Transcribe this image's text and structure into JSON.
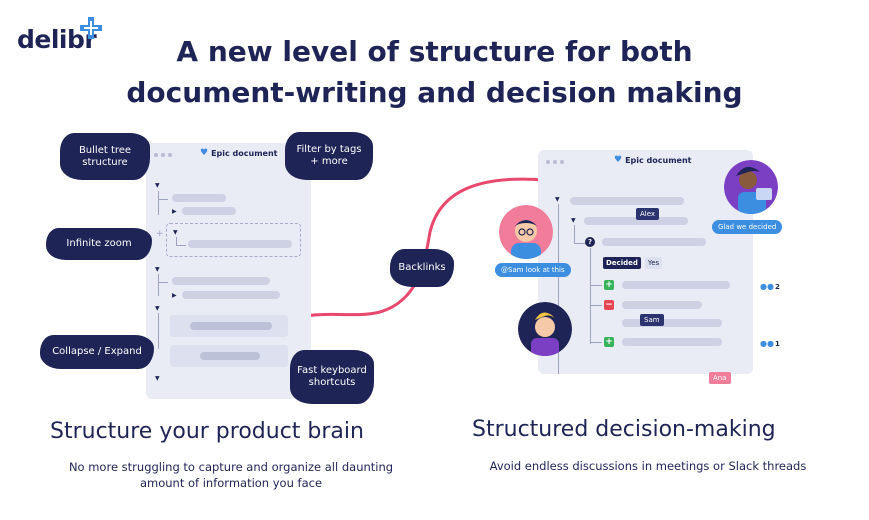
{
  "brand": {
    "name": "delibr"
  },
  "headline": {
    "line1": "A new level of structure for both",
    "line2": "document-writing and decision making"
  },
  "left_panel": {
    "doc_title": "Epic document",
    "callouts": {
      "bullet_tree": "Bullet tree structure",
      "filter_tags": "Filter by tags + more",
      "infinite_zoom": "Infinite zoom",
      "collapse_expand": "Collapse / Expand",
      "keyboard_shortcuts": "Fast keyboard shortcuts"
    },
    "heading": "Structure your product brain",
    "description": "No more struggling to capture and organize all daunting amount of information you face"
  },
  "connector": {
    "label": "Backlinks"
  },
  "right_panel": {
    "doc_title": "Epic document",
    "tags": {
      "alex": "Alex",
      "sam": "Sam",
      "ana": "Ana"
    },
    "chips": {
      "glad": "Glad we decided",
      "mention": "@Sam look at this"
    },
    "decided_label": "Decided",
    "decided_value": "Yes",
    "counts": [
      "2",
      "1"
    ],
    "heading": "Structured decision-making",
    "description": "Avoid endless discussions in meetings or Slack threads"
  },
  "colors": {
    "navy": "#1e2455",
    "accent_pink": "#e8486e",
    "accent_blue": "#3b8ee0",
    "panel_bg": "#e9ebf5"
  }
}
